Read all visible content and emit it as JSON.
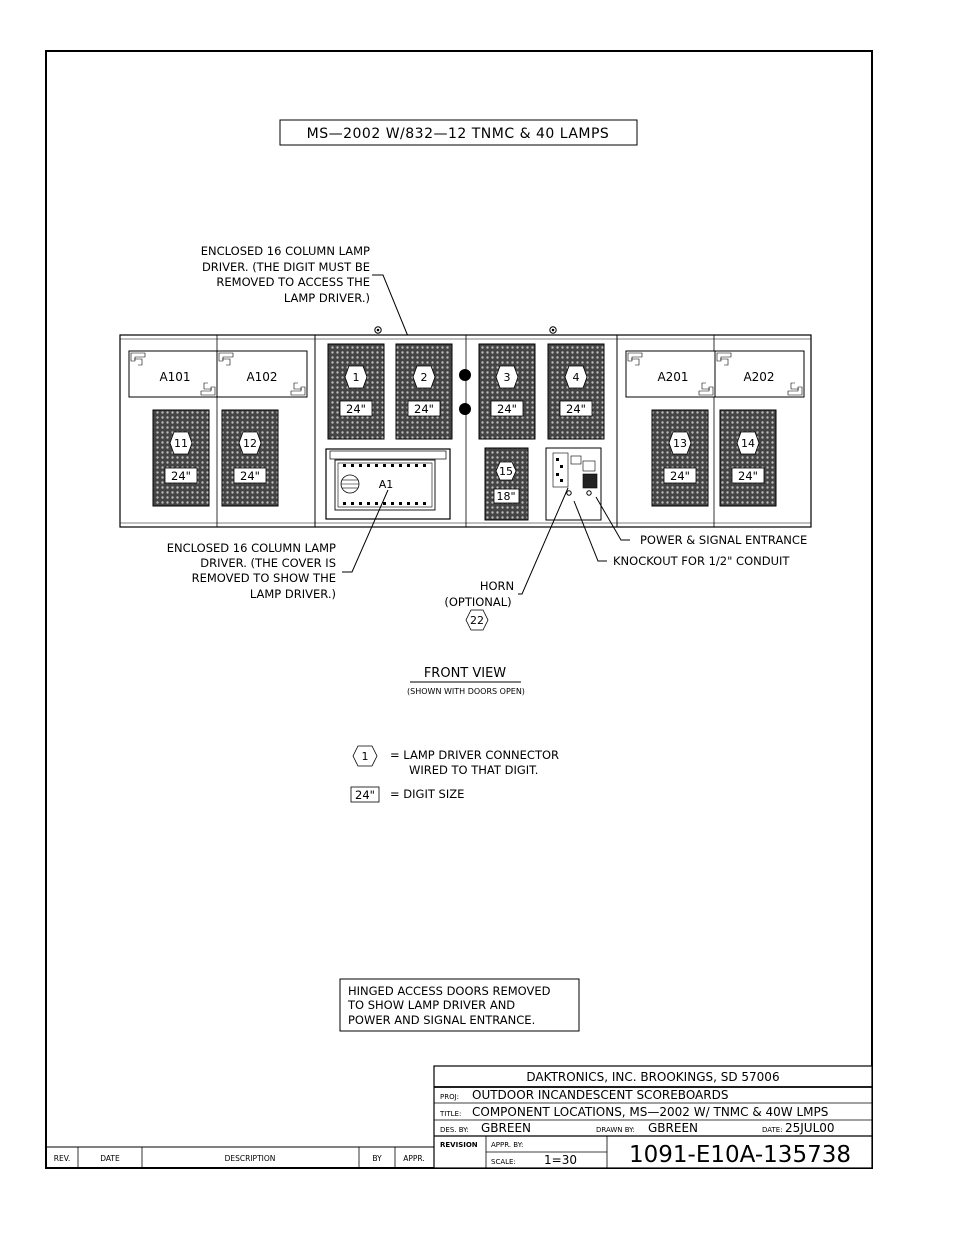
{
  "header_title": "MS—2002 W/832—12 TNMC & 40 LAMPS",
  "callouts": {
    "top_driver": [
      "ENCLOSED 16 COLUMN LAMP",
      "DRIVER.  (THE DIGIT MUST BE",
      "REMOVED TO ACCESS THE",
      "LAMP DRIVER.)"
    ],
    "bottom_driver": [
      "ENCLOSED 16 COLUMN LAMP",
      "DRIVER.  (THE COVER IS",
      "REMOVED TO SHOW THE",
      "LAMP DRIVER.)"
    ],
    "power_entrance": "POWER & SIGNAL ENTRANCE",
    "knockout": "KNOCKOUT FOR 1/2\" CONDUIT",
    "horn": [
      "HORN",
      "(OPTIONAL)"
    ],
    "horn_connector": "22"
  },
  "panels": {
    "A101": "A101",
    "A102": "A102",
    "A201": "A201",
    "A202": "A202",
    "A1": "A1"
  },
  "digits": [
    {
      "number": "1",
      "size": "24\""
    },
    {
      "number": "2",
      "size": "24\""
    },
    {
      "number": "3",
      "size": "24\""
    },
    {
      "number": "4",
      "size": "24\""
    },
    {
      "number": "11",
      "size": "24\""
    },
    {
      "number": "12",
      "size": "24\""
    },
    {
      "number": "13",
      "size": "24\""
    },
    {
      "number": "14",
      "size": "24\""
    },
    {
      "number": "15",
      "size": "18\""
    }
  ],
  "view_label": "FRONT VIEW",
  "view_sublabel": "(SHOWN WITH DOORS OPEN)",
  "legend": {
    "connector_symbol": "1",
    "connector_text": [
      "=  LAMP DRIVER CONNECTOR",
      "WIRED TO THAT DIGIT."
    ],
    "size_symbol": "24\"",
    "size_text": "=  DIGIT SIZE"
  },
  "note": [
    "HINGED ACCESS DOORS REMOVED",
    "TO SHOW LAMP DRIVER AND",
    "POWER AND SIGNAL ENTRANCE."
  ],
  "title_block": {
    "company": "DAKTRONICS, INC.   BROOKINGS, SD 57006",
    "proj_label": "PROJ:",
    "proj": "OUTDOOR INCANDESCENT SCOREBOARDS",
    "title_label": "TITLE:",
    "title": "COMPONENT LOCATIONS, MS—2002 W/ TNMC & 40W LMPS",
    "des_label": "DES. BY:",
    "des": "GBREEN",
    "drawn_label": "DRAWN BY:",
    "drawn": "GBREEN",
    "date_label": "DATE:",
    "date": "25JUL00",
    "revision_label": "REVISION",
    "appr_label": "APPR. BY:",
    "scale_label": "SCALE:",
    "scale": "1=30",
    "drawing_number": "1091-E10A-135738"
  },
  "revision_table": {
    "rev": "REV.",
    "date": "DATE",
    "description": "DESCRIPTION",
    "by": "BY",
    "appr": "APPR."
  }
}
